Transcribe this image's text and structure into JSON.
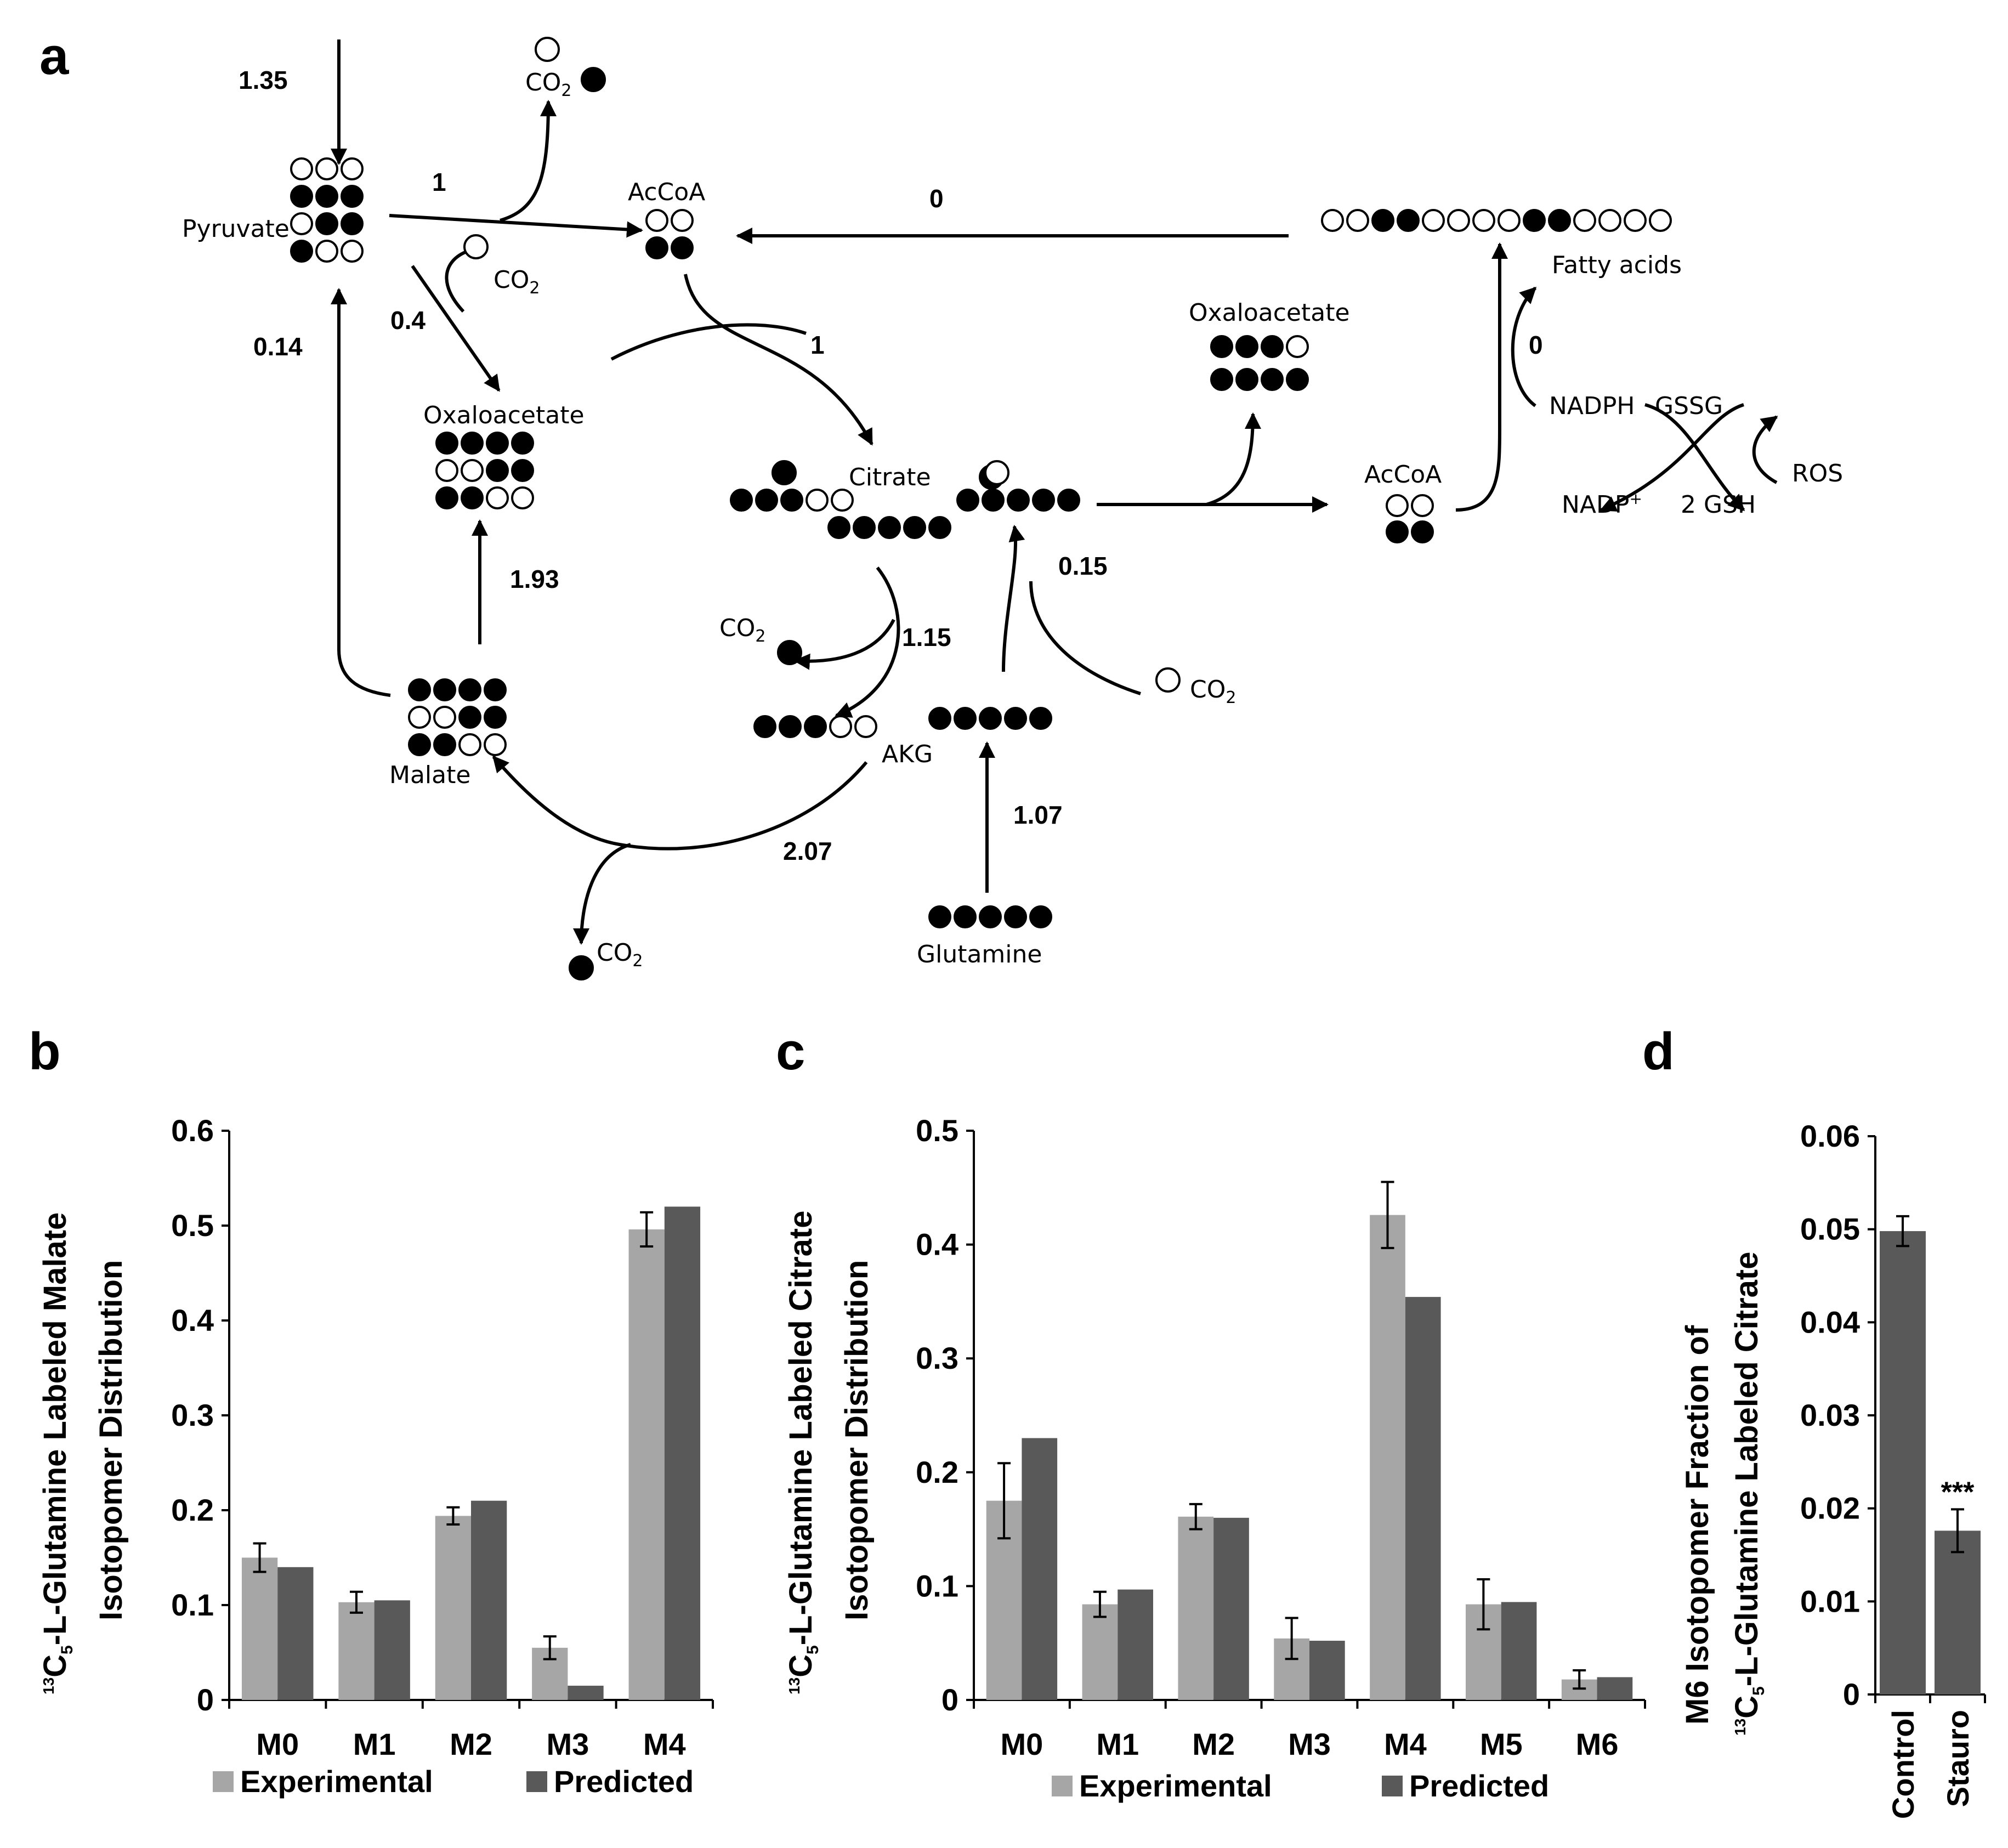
{
  "panel_letters": {
    "a": "a",
    "b": "b",
    "c": "c",
    "d": "d"
  },
  "diagram": {
    "metabolites": {
      "pyruvate": "Pyruvate",
      "acoa_left": "AcCoA",
      "oxaloacetate_left": "Oxaloacetate",
      "citrate": "Citrate",
      "akg": "AKG",
      "malate": "Malate",
      "glutamine": "Glutamine",
      "oxaloacetate_right": "Oxaloacetate",
      "acoa_right": "AcCoA",
      "fatty_acids": "Fatty acids",
      "nadph": "NADPH",
      "nadp": "NADP",
      "nadp_sup": "+",
      "gssg": "GSSG",
      "gsh": "2 GSH",
      "ros": "ROS",
      "co2_main": "CO",
      "co2_sub": "2"
    },
    "fluxes": {
      "pyruvate_in": "1.35",
      "pdh": "1",
      "pc": "0.4",
      "me": "0.14",
      "fa_to_acoa": "0",
      "cs": "1",
      "mdh": "1.93",
      "idh": "1.15",
      "reductive": "0.15",
      "akg_to_malate": "2.07",
      "gln_in": "1.07",
      "fas": "0"
    }
  },
  "chart_data": [
    {
      "panel": "b",
      "type": "bar",
      "ylabel_sup": "13",
      "ylabel_c": "C",
      "ylabel_sub": "5",
      "ylabel_line1": "-L-Glutamine Labeled Malate",
      "ylabel_line2": "Isotopomer Distribution",
      "ylim": [
        0,
        0.6
      ],
      "yticks": [
        "0",
        "0.1",
        "0.2",
        "0.3",
        "0.4",
        "0.5",
        "0.6"
      ],
      "categories": [
        "M0",
        "M1",
        "M2",
        "M3",
        "M4"
      ],
      "series": [
        {
          "name": "Experimental",
          "color": "#a6a6a6",
          "values": [
            0.15,
            0.103,
            0.194,
            0.055,
            0.496
          ],
          "errors": [
            0.015,
            0.011,
            0.009,
            0.012,
            0.018
          ]
        },
        {
          "name": "Predicted",
          "color": "#595959",
          "values": [
            0.14,
            0.105,
            0.21,
            0.015,
            0.52
          ]
        }
      ],
      "legend_placement": "bottom"
    },
    {
      "panel": "c",
      "type": "bar",
      "ylabel_sup": "13",
      "ylabel_c": "C",
      "ylabel_sub": "5",
      "ylabel_line1": "-L-Glutamine Labeled Citrate",
      "ylabel_line2": "Isotopomer Distribution",
      "ylim": [
        0,
        0.5
      ],
      "yticks": [
        "0",
        "0.1",
        "0.2",
        "0.3",
        "0.4",
        "0.5"
      ],
      "categories": [
        "M0",
        "M1",
        "M2",
        "M3",
        "M4",
        "M5",
        "M6"
      ],
      "series": [
        {
          "name": "Experimental",
          "color": "#a6a6a6",
          "values": [
            0.175,
            0.084,
            0.161,
            0.054,
            0.426,
            0.084,
            0.018
          ],
          "errors": [
            0.033,
            0.011,
            0.011,
            0.018,
            0.029,
            0.022,
            0.008
          ]
        },
        {
          "name": "Predicted",
          "color": "#595959",
          "values": [
            0.23,
            0.097,
            0.16,
            0.052,
            0.354,
            0.086,
            0.02
          ]
        }
      ],
      "legend_placement": "bottom"
    },
    {
      "panel": "d",
      "type": "bar",
      "ylabel_line1": "M6 Isotopomer Fraction  of",
      "ylabel_sup": "13",
      "ylabel_c": "C",
      "ylabel_sub": "5",
      "ylabel_line2": "-L-Glutamine Labeled Citrate",
      "ylim": [
        0,
        0.06
      ],
      "yticks": [
        "0",
        "0.01",
        "0.02",
        "0.03",
        "0.04",
        "0.05",
        "0.06"
      ],
      "categories": [
        "Control",
        "Stauro"
      ],
      "values": [
        0.0498,
        0.0176
      ],
      "errors": [
        0.0016,
        0.0023
      ],
      "color": "#595959",
      "significance": [
        "",
        "***"
      ]
    }
  ]
}
